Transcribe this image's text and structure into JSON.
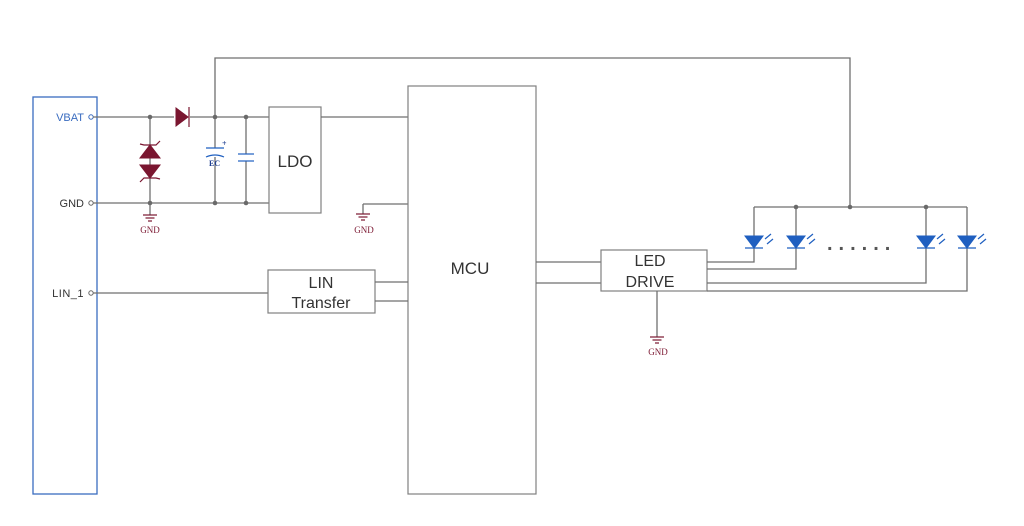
{
  "pins": {
    "vbat": "VBAT",
    "gnd": "GND",
    "lin": "LIN_1"
  },
  "blocks": {
    "ldo": "LDO",
    "mcu": "MCU",
    "lin_transfer_line1": "LIN",
    "lin_transfer_line2": "Transfer",
    "led_drive_line1": "LED",
    "led_drive_line2": "DRIVE"
  },
  "ground_label": "GND",
  "capacitor_label": "EC",
  "capacitor_polarity": "+",
  "led_ellipsis": "......",
  "colors": {
    "wire": "#6f6f6f",
    "pin_vbat": "#3a6cc0",
    "pin_text": "#333333",
    "component_red": "#7a1630",
    "led_blue": "#1f5fc0"
  }
}
